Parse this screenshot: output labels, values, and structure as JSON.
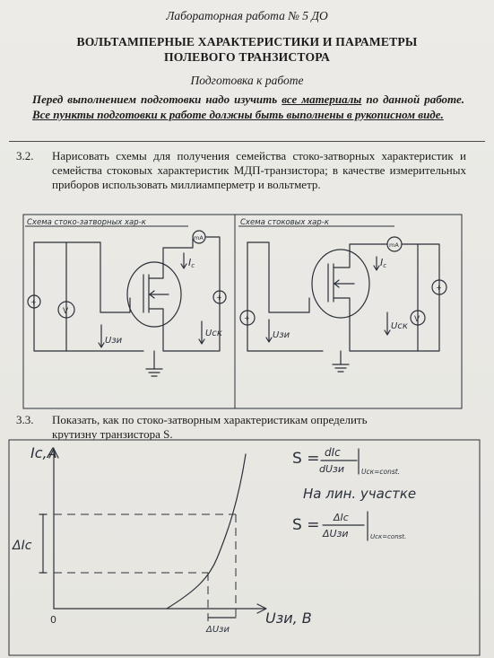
{
  "header": {
    "lab_title": "Лабораторная работа № 5 ДО",
    "main_title_line1": "ВОЛЬТАМПЕРНЫЕ ХАРАКТЕРИСТИКИ И ПАРАМЕТРЫ",
    "main_title_line2": "ПОЛЕВОГО ТРАНЗИСТОРА",
    "prep_title": "Подготовка к работе"
  },
  "prep_note": {
    "p1": "Перед выполнением подготовки надо изучить ",
    "p2": "все материалы",
    "p3": " по данной работе. ",
    "p4": "Все пункты подготовки к работе должны быть выполнены в рукописном виде."
  },
  "task_3_2": {
    "number": "3.2.",
    "text": "Нарисовать схемы для получения семейства стоко-затворных характеристик и семейства стоковых характеристик МДП-транзистора; в качестве измерительных приборов использовать миллиамперметр и вольтметр."
  },
  "diagram_left": {
    "title": "Схема стоко-затворных хар-к",
    "ammeter": "mA",
    "current": "I",
    "current_sub": "c",
    "voltmeter": "V",
    "v_gate": "Uзи",
    "v_drain": "Uск"
  },
  "diagram_right": {
    "title": "Схема стоковых хар-к",
    "ammeter": "mA",
    "current": "I",
    "current_sub": "c",
    "voltmeter": "V",
    "v_gate": "Uзи",
    "v_drain": "Uск"
  },
  "task_3_3": {
    "number": "3.3.",
    "text_line1": "Показать, как по стоко-затворным характеристикам определить",
    "text_line2": "крутизну транзистора S."
  },
  "graph": {
    "y_axis_label": "Iс,A",
    "x_axis_label": "Uзи, B",
    "origin": "0",
    "delta_ic": "ΔIс",
    "delta_u": "ΔUзи",
    "formula1_lhs": "S =",
    "formula1_num": "dIс",
    "formula1_den": "dUзи",
    "formula1_cond": "Uск=const.",
    "note": "На лин. участке",
    "formula2_lhs": "S =",
    "formula2_num": "ΔIс",
    "formula2_den": "ΔUзи",
    "formula2_cond": "Uск=const."
  }
}
